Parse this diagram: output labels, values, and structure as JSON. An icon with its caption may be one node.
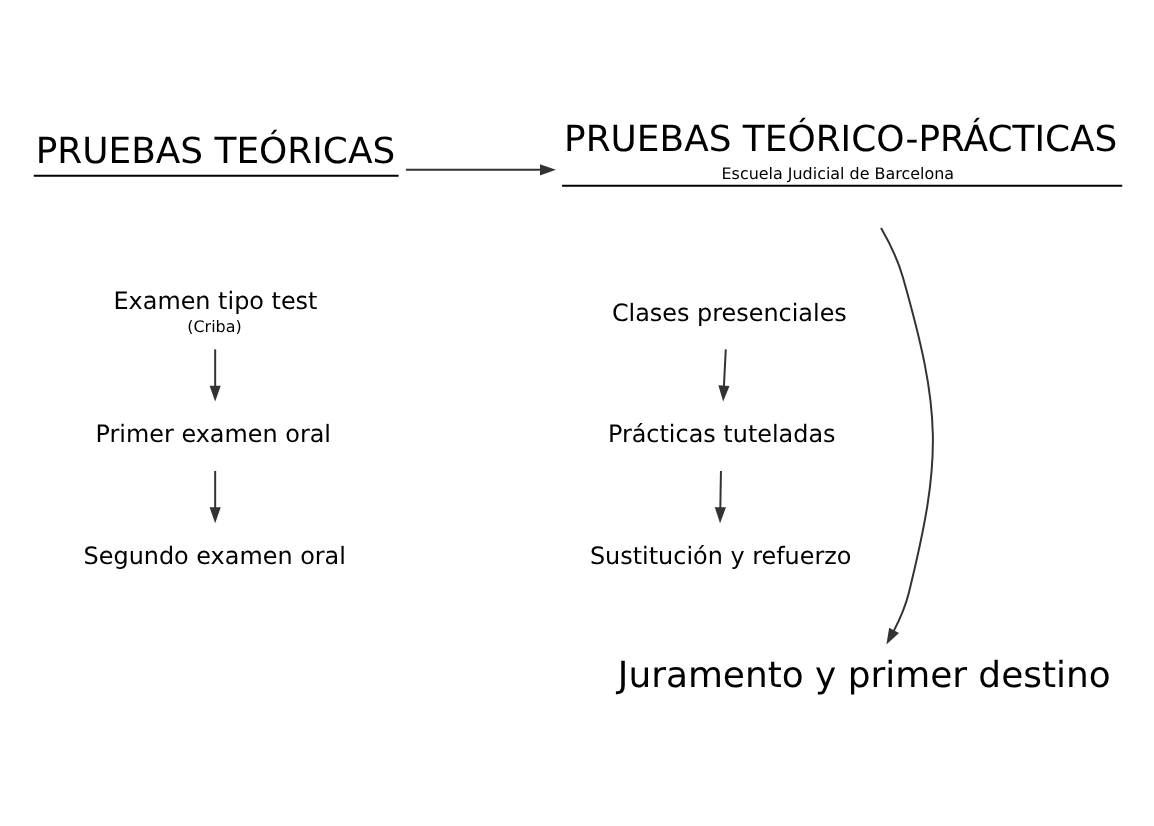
{
  "diagram": {
    "nodes": [
      {
        "text": [
          "PRUEBAS TEÓRICAS"
        ]
      },
      {
        "text": [
          "Examen tipo test",
          "(Criba)"
        ]
      },
      {
        "text": [
          "Primer examen oral"
        ]
      },
      {
        "text": [
          "Segundo examen oral"
        ]
      },
      {
        "text": [
          "PRUEBAS TEÓRICO-PRÁCTICAS",
          "Escuela Judicial de Barcelona"
        ]
      },
      {
        "text": [
          "Clases presenciales"
        ]
      },
      {
        "text": [
          "Prácticas tuteladas"
        ]
      },
      {
        "text": [
          "Sustitución y refuerzo"
        ]
      },
      {
        "text": [
          "Juramento y primer destino"
        ]
      }
    ],
    "edges": [
      {
        "from": 1,
        "to": 2,
        "arrow": "to"
      },
      {
        "from": 2,
        "to": 3,
        "arrow": "to"
      },
      {
        "from": 0,
        "to": 4,
        "arrow": "to"
      },
      {
        "from": 5,
        "to": 6,
        "arrow": "to"
      },
      {
        "from": 6,
        "to": 7,
        "arrow": "to"
      },
      {
        "from": 4,
        "to": 8,
        "arrow": "to"
      }
    ]
  }
}
